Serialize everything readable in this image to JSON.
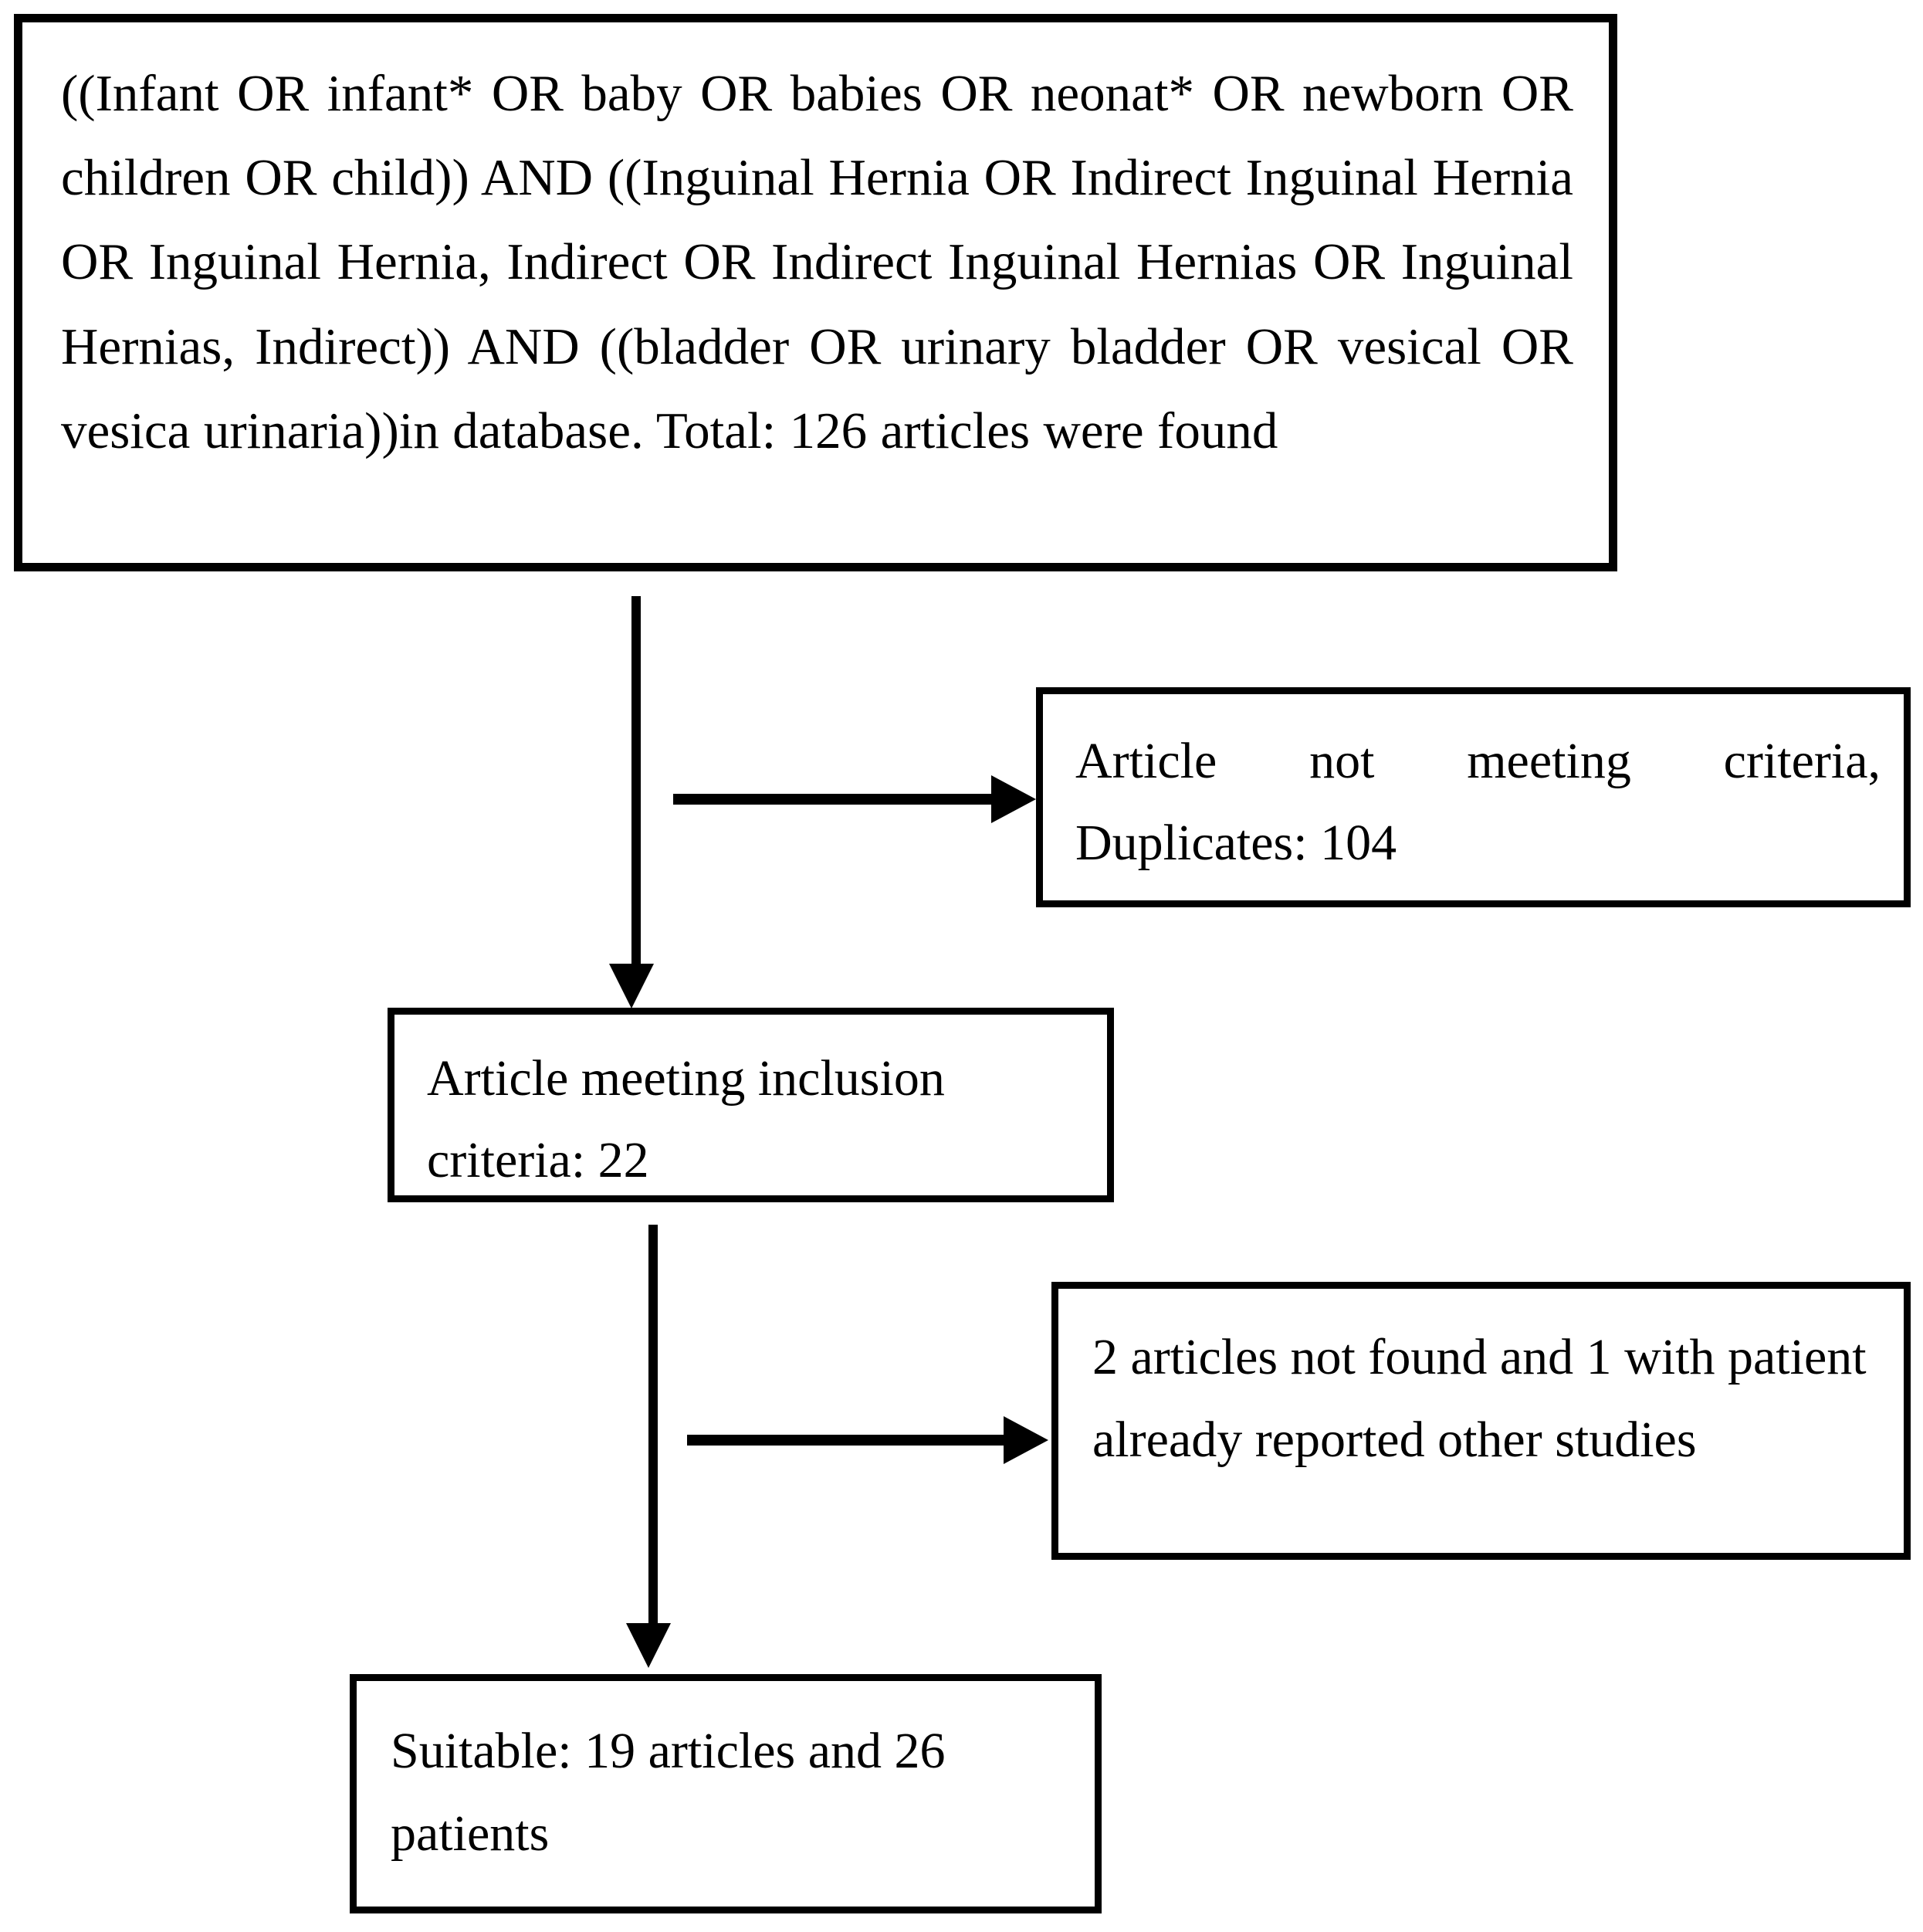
{
  "diagram": {
    "title": "PRISMA-style literature search flowchart",
    "type": "flowchart",
    "orientation": "top-to-bottom",
    "colors": {
      "background": "#ffffff",
      "border": "#000000",
      "text": "#000000",
      "arrow": "#000000"
    }
  },
  "nodes": {
    "query": {
      "id": "box-query",
      "role": "search-query",
      "text": "((Infant OR infant* OR baby OR babies OR neonat* OR newborn OR children OR child)) AND ((Inguinal Hernia OR Indirect Inguinal Hernia OR Inguinal Hernia, Indirect OR Indirect Inguinal Hernias OR Inguinal Hernias, Indirect)) AND ((bladder OR urinary bladder OR vesical OR vesica urinaria))in database. Total: 126 articles were found",
      "total_found": 126
    },
    "excluded": {
      "id": "box-excluded",
      "role": "records-excluded",
      "text": "Article not meeting criteria, Duplicates: 104",
      "count": 104
    },
    "included": {
      "id": "box-included",
      "role": "records-included",
      "text": "Article meeting inclusion criteria: 22",
      "count": 22
    },
    "notfound": {
      "id": "box-notfound",
      "role": "reports-not-retrieved",
      "text": "2 articles not found and 1 with patient already reported other studies",
      "not_found": 2,
      "duplicate_patient": 1
    },
    "suitable": {
      "id": "box-suitable",
      "role": "studies-included",
      "text": "Suitable: 19 articles and 26 patients",
      "articles": 19,
      "patients": 26
    }
  },
  "edges": [
    {
      "id": "edge-query-to-included",
      "from": "query",
      "to": "included",
      "direction": "down",
      "label": ""
    },
    {
      "id": "edge-query-to-excluded",
      "from": "query",
      "to": "excluded",
      "direction": "right",
      "label": ""
    },
    {
      "id": "edge-included-to-suitable",
      "from": "included",
      "to": "suitable",
      "direction": "down",
      "label": ""
    },
    {
      "id": "edge-included-to-notfound",
      "from": "included",
      "to": "notfound",
      "direction": "right",
      "label": ""
    }
  ]
}
